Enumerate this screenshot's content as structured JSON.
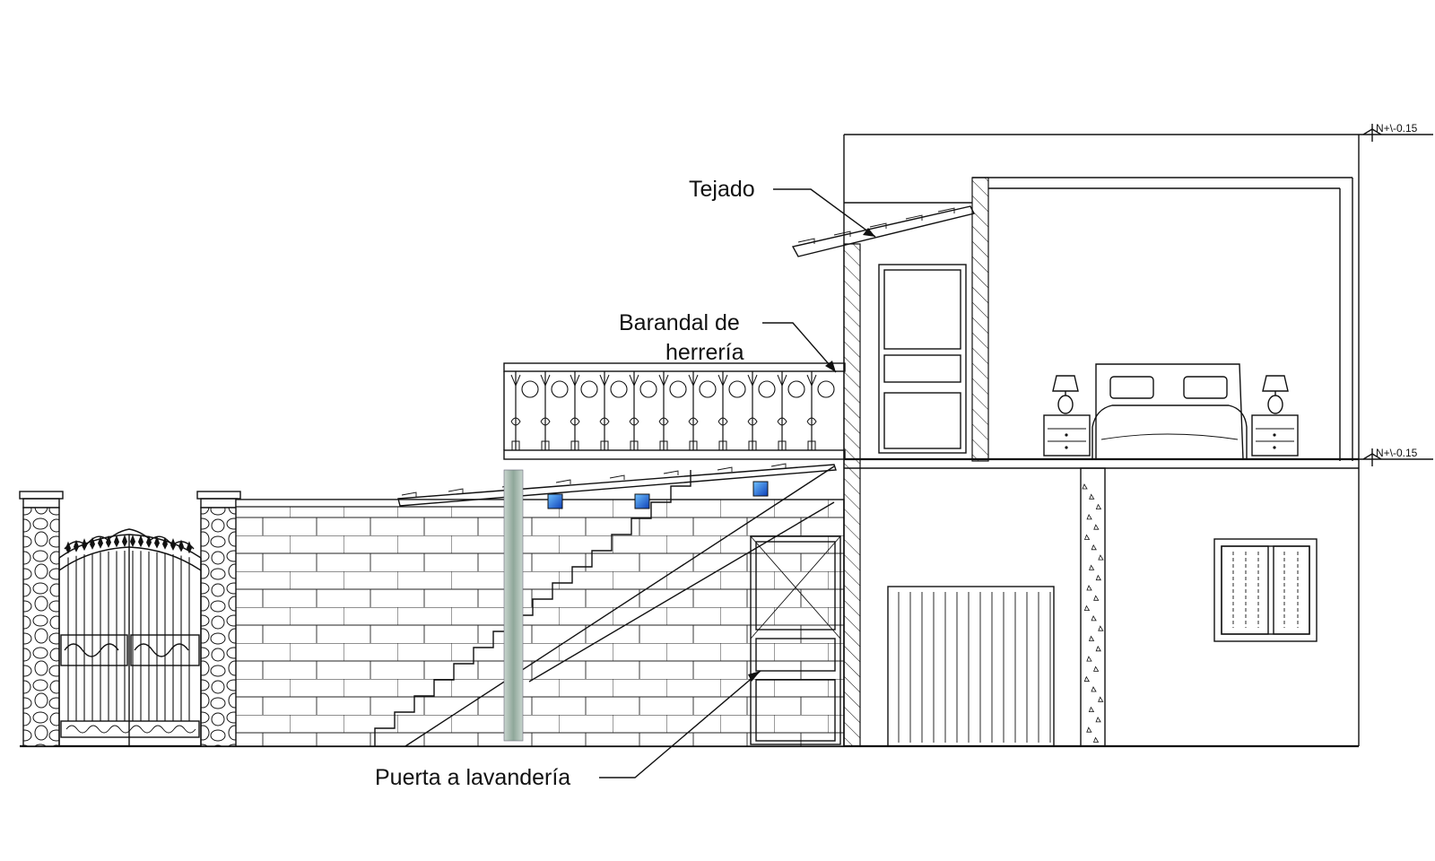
{
  "annotations": {
    "roof": "Tejado",
    "railing_line1": "Barandal de",
    "railing_line2": "herrería",
    "laundry_door": "Puerta a lavandería"
  },
  "levels": {
    "top": "N+\\-0.15",
    "floor": "N+\\-0.15"
  },
  "colors": {
    "ink": "#111111",
    "lamp_blue": "#1e6bd6",
    "downpipe": "#9fb3a8"
  }
}
